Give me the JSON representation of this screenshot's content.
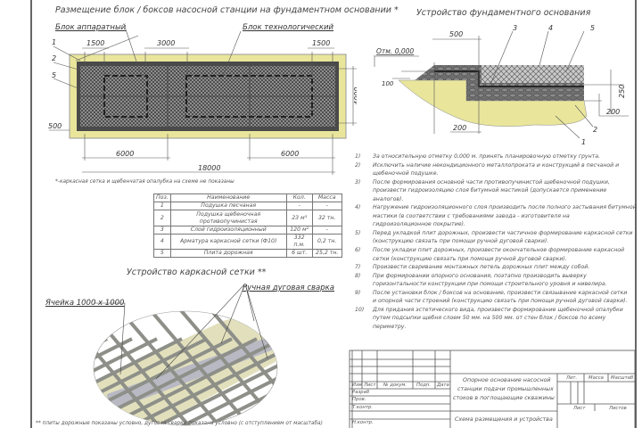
{
  "plan": {
    "title": "Размещение блок / боксов насосной станции на фундаментном основании *",
    "label_apparatus": "Блок аппаратный",
    "label_tech": "Блок технологический",
    "dims": {
      "d1500a": "1500",
      "d3000": "3000",
      "d1500b": "1500",
      "d6000a": "6000",
      "d6000b": "6000",
      "d18000": "18000",
      "d4000": "4000",
      "d500": "500"
    },
    "positions": [
      "1",
      "2",
      "5"
    ],
    "footnote": "*-каркасная сетка и щебенчатая опалубка на схеме не показаны"
  },
  "section": {
    "title": "Устройство фундаментного основания",
    "mark": "Отм. 0,000",
    "dims": {
      "d500": "500",
      "d100": "100",
      "d200a": "200",
      "d200b": "200",
      "d250": "250"
    },
    "positions": [
      "1",
      "2",
      "3",
      "4",
      "5"
    ]
  },
  "spec_table": {
    "headers": [
      "Поз.",
      "Наименование",
      "Кол.",
      "Масса"
    ],
    "rows": [
      [
        "1",
        "Подушка песчаная",
        "-",
        "-"
      ],
      [
        "2",
        "Подушка щебеночная противопучинистая",
        "23 м³",
        "32 тн."
      ],
      [
        "3",
        "Слой гидроизоляционный",
        "120 м²",
        "-"
      ],
      [
        "4",
        "Арматура каркасной сетки (Ф10)",
        "332 п.м.",
        "0,2 тн."
      ],
      [
        "5",
        "Плита дорожная",
        "6 шт.",
        "25,2 тн."
      ]
    ]
  },
  "mesh": {
    "title": "Устройство каркасной сетки **",
    "welding_label": "Ручная дуговая сварка",
    "cell_label": "Ячейка 1000 x 1000",
    "footnote": "** плиты дорожные показаны условно, дуговая сварка показана условно (с отступлением от масштаба)"
  },
  "notes": [
    {
      "num": "1)",
      "lines": [
        "За относительную отметку 0,000 м. принять планировочную отметку грунта."
      ]
    },
    {
      "num": "2)",
      "lines": [
        "Исключить наличие некондиционного металлопроката и конструкций в песчаной и",
        "щебеночной подушке."
      ]
    },
    {
      "num": "3)",
      "lines": [
        "После формирования основной части противопучинистой щебеночной подушки,",
        "произвести гидроизоляцию слоя битумной мастикой (допускается применение",
        "аналогов)."
      ]
    },
    {
      "num": "4)",
      "lines": [
        "Нагружение гидроизоляционного слоя производить после полного застывания битумной",
        "мастики (в соответствии с требованиями завода - изготовителя на",
        "гидроизоляционное покрытие)."
      ]
    },
    {
      "num": "5)",
      "lines": [
        "Перед укладкой плит дорожных, произвести частичное формирование каркасной сетки",
        "(конструкцию связать при помощи ручной дуговой сварки)."
      ]
    },
    {
      "num": "6)",
      "lines": [
        "После укладки плит дорожных, произвести окончательное формирование каркасной",
        "сетки (конструкцию связать при помощи ручной дуговой сварки)."
      ]
    },
    {
      "num": "7)",
      "lines": [
        "Произвести сваривание монтажных петель дорожных плит между собой."
      ]
    },
    {
      "num": "8)",
      "lines": [
        "При формировании опорного основания, поэтапно производить выверку",
        "горизонтальности конструкции при помощи строительного уровня и нивелира."
      ]
    },
    {
      "num": "9)",
      "lines": [
        "После установки блок / боксов на основание, произвести связывание каркасной сетки",
        "и опорной части строений (конструкцию связать при помощи ручной дуговой сварки)."
      ]
    },
    {
      "num": "10)",
      "lines": [
        "Для придания эстетического вида, произвести формирование щебеночной опалубки",
        "путем подсыпки щебня слоем 50 мм. на 500 мм. от стен блок / боксов по всему",
        "периметру."
      ]
    }
  ],
  "title_block": {
    "col_headers": [
      "Изм",
      "Лист",
      "№ докум.",
      "Подп.",
      "Дата"
    ],
    "row_labels": [
      "Разраб",
      "Пров.",
      "Т.контр.",
      "",
      "Н.контр."
    ],
    "project_title_lines": [
      "Опорное основание насосной",
      "станции подачи промышленных",
      "стоков в поглощающие скважины"
    ],
    "sheet_title": "Схема размещения и устройства",
    "lit": "Лит.",
    "mass": "Масса",
    "scale": "Масштаб",
    "sheet": "Лист",
    "sheets": "Листов"
  },
  "colors": {
    "sand": "#e9e69c",
    "gravel": "#6b6b6b",
    "slab": "#c9c9c9",
    "panel": "#e2e0bc",
    "frame": "#555555"
  }
}
